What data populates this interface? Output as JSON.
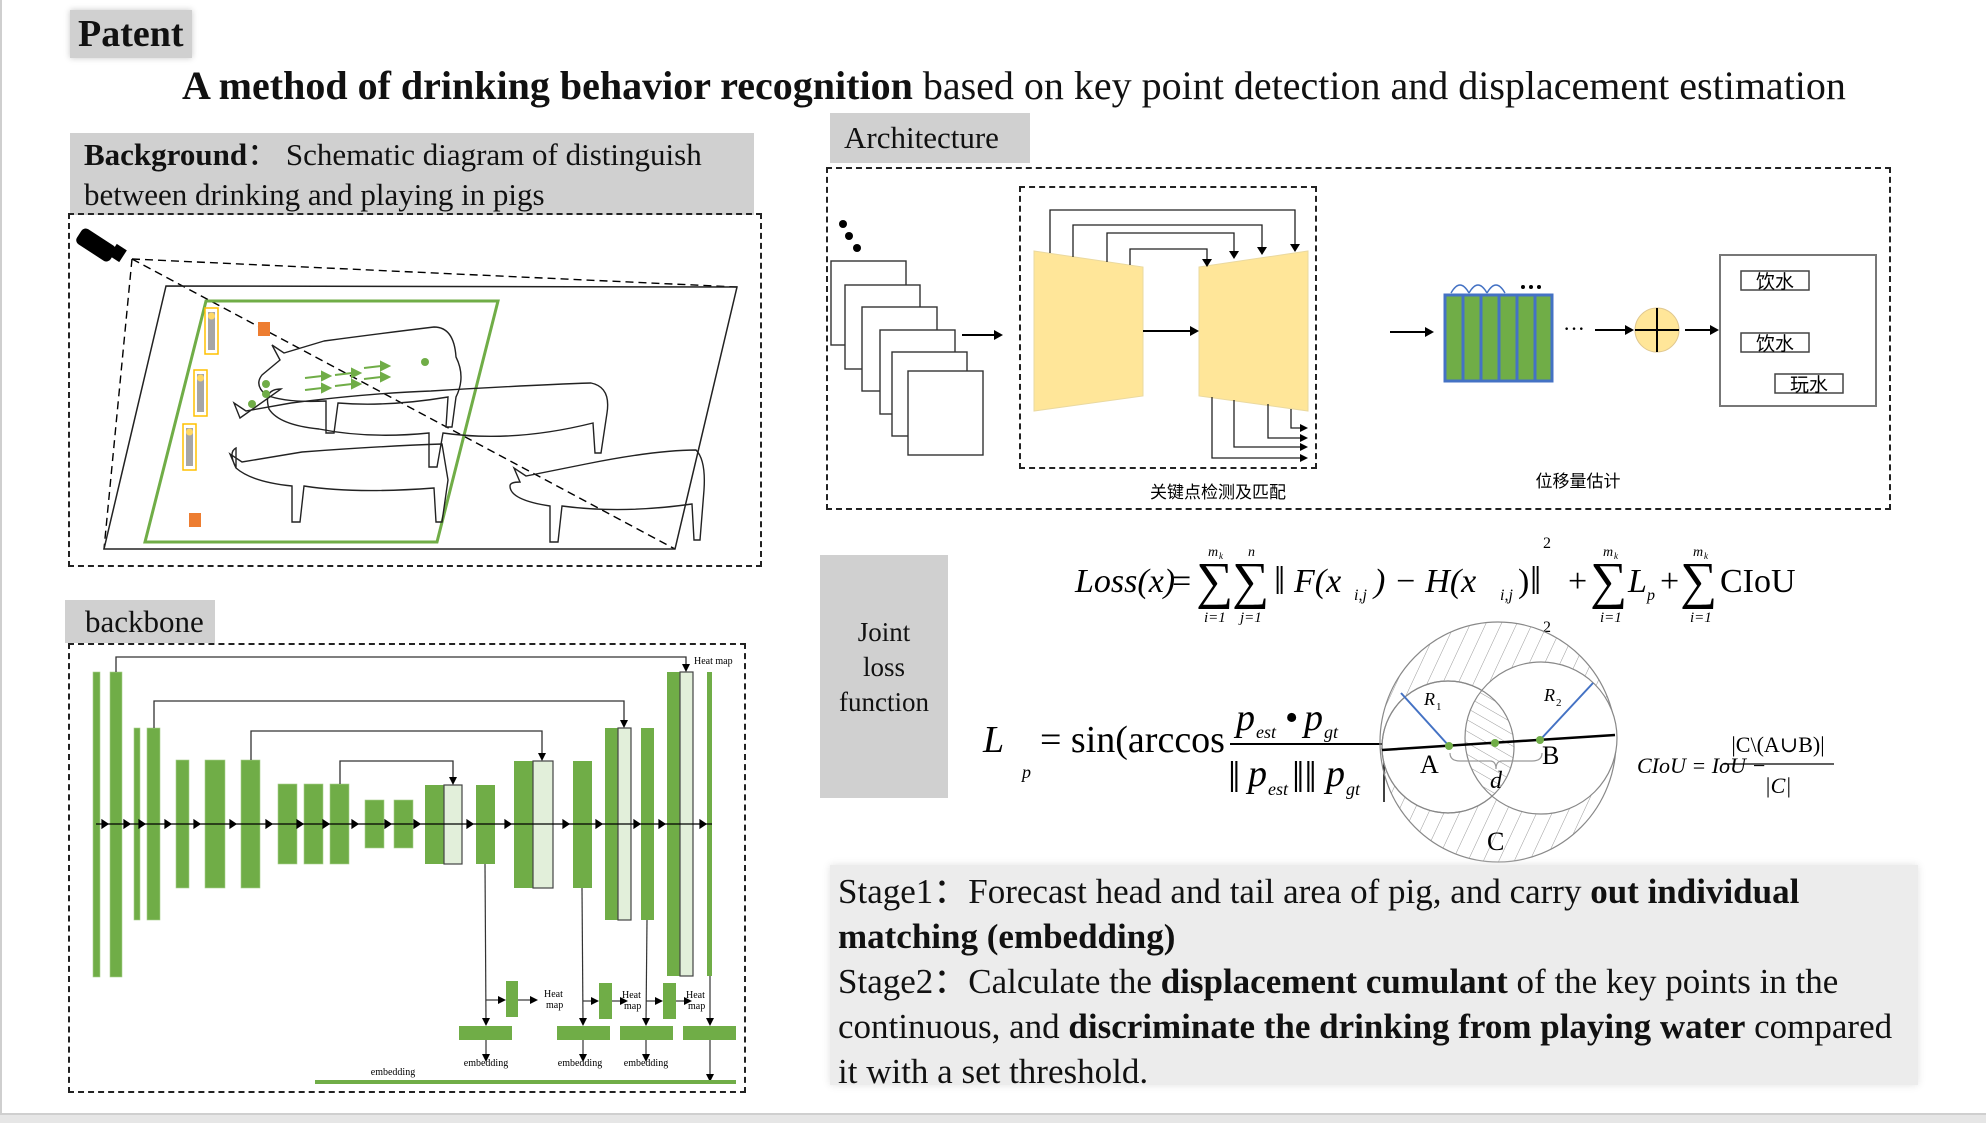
{
  "header": {
    "tag": "Patent",
    "title_bold": "A method of drinking behavior recognition",
    "title_rest": " based on key point detection and displacement estimation"
  },
  "background": {
    "label_bold": "Background",
    "label_sep": "：",
    "label_rest": "Schematic diagram of distinguish between drinking and playing  in pigs"
  },
  "architecture": {
    "label": "Architecture",
    "keypoint_caption": "关键点检测及匹配",
    "displacement_caption": "位移量估计",
    "outputs": [
      "饮水",
      "饮水",
      "玩水"
    ],
    "ellipsis": "···"
  },
  "backbone": {
    "label": "backbone",
    "heatmap_top": "Heat map",
    "heatmap_small": [
      "Heat",
      "map"
    ],
    "embedding_label": "embedding"
  },
  "loss": {
    "label_lines": [
      "Joint",
      "loss",
      "function"
    ],
    "loss_lhs": "Loss(x)",
    "sum_upper_1": "m",
    "sum_upper_1_sub": "k",
    "sum_upper_2": "n",
    "sum_lower_1": "i=1",
    "sum_lower_2": "j=1",
    "norm_body": "F(x",
    "norm_body2": ") − H(x",
    "sub_ij": "i,j",
    "exp": "2",
    "lp_term": "L",
    "lp_sub": "p",
    "ciou_term": "CIoU",
    "lp_lhs": "L",
    "lp_rhs": "= sin(arccos",
    "p_est": "p",
    "est": "est",
    "gt": "gt",
    "dot": "•",
    "ciou_lhs": "CIoU = IoU −",
    "ciou_num": "|C\\(A∪B)|",
    "ciou_den": "|C|",
    "venn": {
      "a": "A",
      "b": "B",
      "c": "C",
      "d": "d",
      "r1": "R",
      "r1_sub": "1",
      "r2": "R",
      "r2_sub": "2"
    }
  },
  "stages": {
    "s1_prefix": "Stage1：",
    "s1_text": "Forecast head and tail area of pig, and carry ",
    "s1_bold": "out individual matching (embedding)",
    "s2_prefix": "Stage2：",
    "s2_text1": "Calculate the ",
    "s2_bold1": "displacement cumulant",
    "s2_text2": " of the key points in the continuous, and ",
    "s2_bold2": "discriminate the drinking from playing water",
    "s2_text3": " compared it with a set threshold."
  },
  "colors": {
    "green": "#70ad47",
    "light_green": "#e2efda",
    "yellow": "#ffe699",
    "orange": "#ed7d31",
    "blue": "#4472c4",
    "label_grey": "#d0d0d0"
  }
}
